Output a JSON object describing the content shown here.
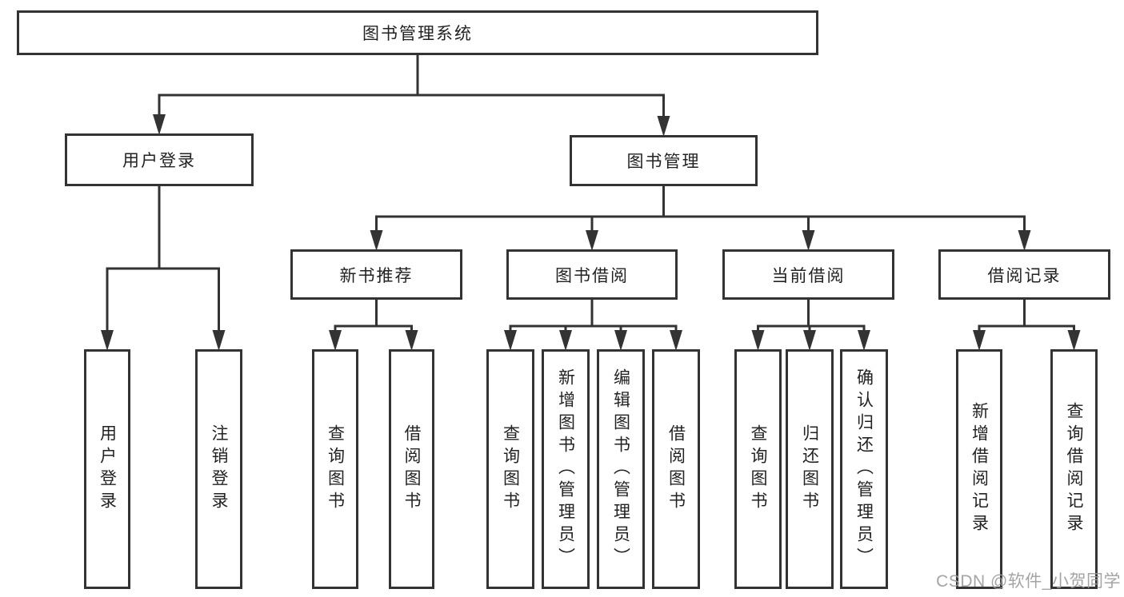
{
  "diagram": {
    "title": "图书管理系统",
    "nodes": [
      {
        "id": "root",
        "label": "图书管理系统",
        "level": 1,
        "parent": null
      },
      {
        "id": "user-login",
        "label": "用户登录",
        "level": 2,
        "parent": "root"
      },
      {
        "id": "book-mgmt",
        "label": "图书管理",
        "level": 2,
        "parent": "root"
      },
      {
        "id": "new-book-rec",
        "label": "新书推荐",
        "level": 3,
        "parent": "book-mgmt"
      },
      {
        "id": "book-borrow",
        "label": "图书借阅",
        "level": 3,
        "parent": "book-mgmt"
      },
      {
        "id": "current-borrow",
        "label": "当前借阅",
        "level": 3,
        "parent": "book-mgmt"
      },
      {
        "id": "borrow-records",
        "label": "借阅记录",
        "level": 3,
        "parent": "book-mgmt"
      },
      {
        "id": "leaf-user-login",
        "label": "用户登录",
        "level": 4,
        "parent": "user-login"
      },
      {
        "id": "leaf-logout",
        "label": "注销登录",
        "level": 4,
        "parent": "user-login"
      },
      {
        "id": "leaf-nbr-query",
        "label": "查询图书",
        "level": 4,
        "parent": "new-book-rec"
      },
      {
        "id": "leaf-nbr-borrow",
        "label": "借阅图书",
        "level": 4,
        "parent": "new-book-rec"
      },
      {
        "id": "leaf-bb-query",
        "label": "查询图书",
        "level": 4,
        "parent": "book-borrow"
      },
      {
        "id": "leaf-bb-add",
        "label": "新增图书（管理员）",
        "level": 4,
        "parent": "book-borrow"
      },
      {
        "id": "leaf-bb-edit",
        "label": "编辑图书（管理员）",
        "level": 4,
        "parent": "book-borrow"
      },
      {
        "id": "leaf-bb-borrow",
        "label": "借阅图书",
        "level": 4,
        "parent": "book-borrow"
      },
      {
        "id": "leaf-cb-query",
        "label": "查询图书",
        "level": 4,
        "parent": "current-borrow"
      },
      {
        "id": "leaf-cb-return",
        "label": "归还图书",
        "level": 4,
        "parent": "current-borrow"
      },
      {
        "id": "leaf-cb-confirm",
        "label": "确认归还（管理员）",
        "level": 4,
        "parent": "current-borrow"
      },
      {
        "id": "leaf-br-add",
        "label": "新增借阅记录",
        "level": 4,
        "parent": "borrow-records"
      },
      {
        "id": "leaf-br-query",
        "label": "查询借阅记录",
        "level": 4,
        "parent": "borrow-records"
      }
    ]
  },
  "watermark": {
    "text": "CSDN @软件_小贺同学"
  },
  "colors": {
    "background": "#ffffff",
    "line": "#333333",
    "box_border": "#333333",
    "text": "#222222",
    "watermark": "#9b9b9b"
  }
}
